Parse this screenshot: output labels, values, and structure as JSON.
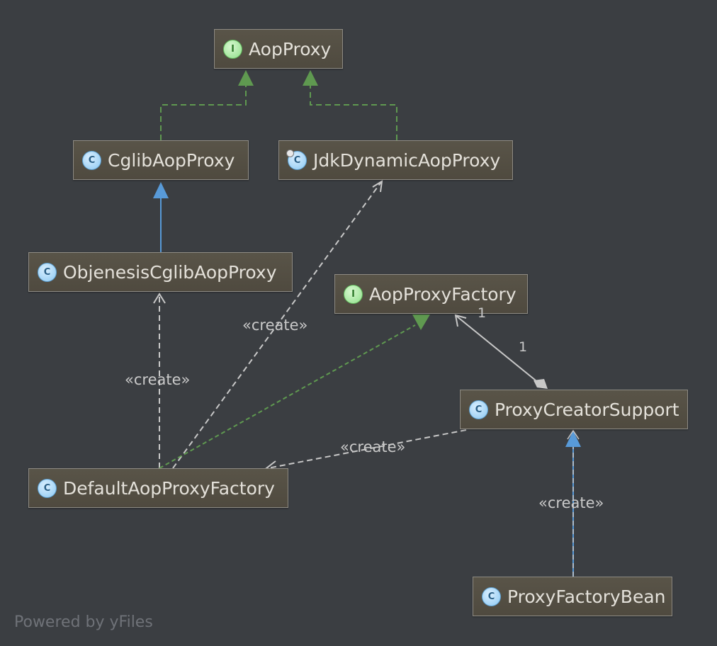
{
  "diagram": {
    "nodes": {
      "aop_proxy": {
        "name": "AopProxy",
        "kind": "interface",
        "badge": "I"
      },
      "cglib_aop_proxy": {
        "name": "CglibAopProxy",
        "kind": "class",
        "badge": "C"
      },
      "jdk_dynamic_aop_proxy": {
        "name": "JdkDynamicAopProxy",
        "kind": "class",
        "badge": "C"
      },
      "objenesis_cglib_aop_proxy": {
        "name": "ObjenesisCglibAopProxy",
        "kind": "class",
        "badge": "C"
      },
      "aop_proxy_factory": {
        "name": "AopProxyFactory",
        "kind": "interface",
        "badge": "I"
      },
      "proxy_creator_support": {
        "name": "ProxyCreatorSupport",
        "kind": "class",
        "badge": "C"
      },
      "default_aop_proxy_factory": {
        "name": "DefaultAopProxyFactory",
        "kind": "class",
        "badge": "C"
      },
      "proxy_factory_bean": {
        "name": "ProxyFactoryBean",
        "kind": "class",
        "badge": "C"
      }
    },
    "edges": [
      {
        "from": "CglibAopProxy",
        "to": "AopProxy",
        "type": "implements"
      },
      {
        "from": "JdkDynamicAopProxy",
        "to": "AopProxy",
        "type": "implements"
      },
      {
        "from": "ObjenesisCglibAopProxy",
        "to": "CglibAopProxy",
        "type": "extends"
      },
      {
        "from": "DefaultAopProxyFactory",
        "to": "ObjenesisCglibAopProxy",
        "type": "dependency",
        "label": "«create»"
      },
      {
        "from": "DefaultAopProxyFactory",
        "to": "JdkDynamicAopProxy",
        "type": "dependency",
        "label": "«create»"
      },
      {
        "from": "DefaultAopProxyFactory",
        "to": "AopProxyFactory",
        "type": "implements"
      },
      {
        "from": "ProxyCreatorSupport",
        "to": "AopProxyFactory",
        "type": "aggregation",
        "source_multiplicity": "1",
        "target_multiplicity": "1"
      },
      {
        "from": "ProxyCreatorSupport",
        "to": "DefaultAopProxyFactory",
        "type": "dependency",
        "label": "«create»"
      },
      {
        "from": "ProxyFactoryBean",
        "to": "ProxyCreatorSupport",
        "type": "extends",
        "label": "«create»"
      }
    ],
    "labels": {
      "create": "«create»",
      "mult_target": "1",
      "mult_source": "1"
    }
  },
  "footer": {
    "text": "Powered by yFiles"
  },
  "colors": {
    "background": "#3b3e42",
    "node_fill": "#544f44",
    "node_border": "#8e8b84",
    "node_text": "#e4e1da",
    "implements_edge": "#5f9950",
    "extends_edge": "#589ad8",
    "dependency_edge": "#c8c8c8",
    "footer_text": "#6f7278"
  }
}
